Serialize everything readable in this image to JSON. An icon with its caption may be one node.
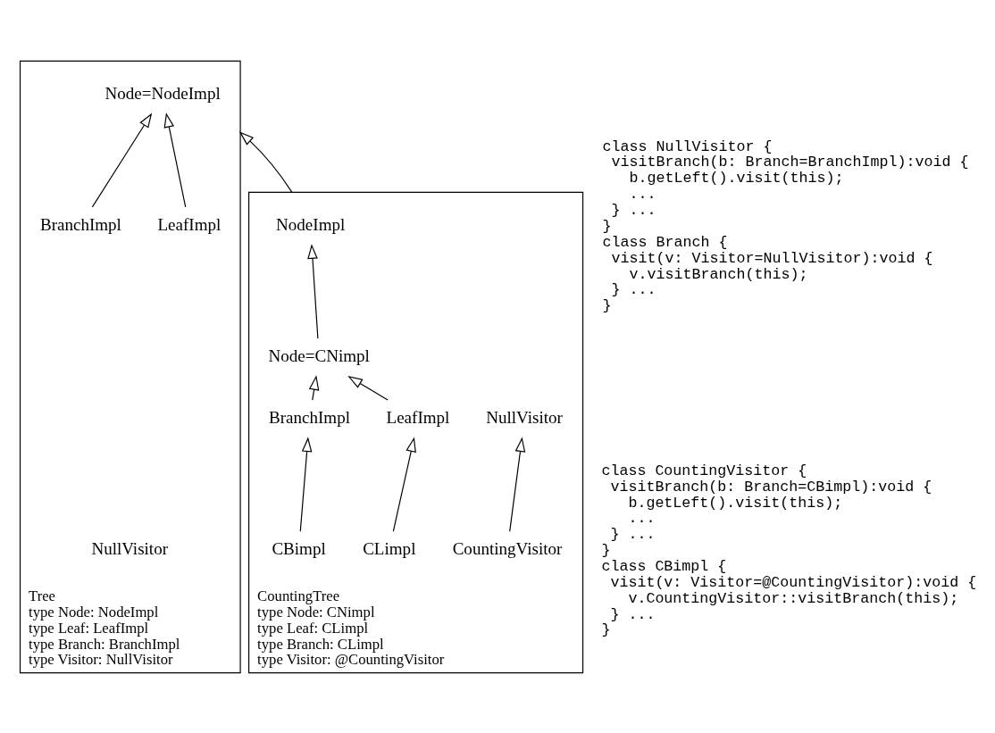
{
  "diagram": {
    "nodes": [
      {
        "text": [
          "Tree",
          "type Node: NodeImpl",
          "type Leaf: LeafImpl",
          "type Branch: BranchImpl",
          "type Visitor: NullVisitor"
        ]
      },
      {
        "text": [
          "Node=NodeImpl"
        ],
        "in": 0
      },
      {
        "text": [
          "NullVisitor"
        ],
        "in": 0
      },
      {
        "text": [
          "LeafImpl"
        ],
        "in": 0
      },
      {
        "text": [
          "BranchImpl"
        ],
        "in": 0
      },
      {
        "text": [
          "CountingTree",
          "type Node: CNimpl",
          "type Leaf: CLimpl",
          "type Branch: CLimpl",
          "type Visitor: @CountingVisitor"
        ]
      },
      {
        "text": [
          "NodeImpl"
        ],
        "in": 5
      },
      {
        "text": [
          "NullVisitor"
        ],
        "in": 5
      },
      {
        "text": [
          "Node=CNimpl"
        ],
        "in": 5
      },
      {
        "text": [
          "CountingVisitor"
        ],
        "in": 5
      },
      {
        "text": [
          "LeafImpl"
        ],
        "in": 5
      },
      {
        "text": [
          "BranchImpl"
        ],
        "in": 5
      },
      {
        "text": [
          "CLimpl"
        ],
        "in": 5
      },
      {
        "text": [
          "CBimpl"
        ],
        "in": 5
      }
    ],
    "edges": [
      {
        "from": 3,
        "to": 1,
        "arrow": "to"
      },
      {
        "from": 4,
        "to": 1,
        "arrow": "to"
      },
      {
        "from": 5,
        "to": 0,
        "arrow": "to"
      },
      {
        "from": 8,
        "to": 6,
        "arrow": "to"
      },
      {
        "from": 9,
        "to": 7,
        "arrow": "to"
      },
      {
        "from": 10,
        "to": 8,
        "arrow": "to"
      },
      {
        "from": 11,
        "to": 8,
        "arrow": "to"
      },
      {
        "from": 12,
        "to": 10,
        "arrow": "to"
      },
      {
        "from": 13,
        "to": 11,
        "arrow": "to"
      }
    ],
    "labels": [
      "class NullVisitor {",
      "  visitBranch(b: Branch=BranchImpl):void {",
      "    b.getLeft().visit(this);",
      "    ...",
      "  } ...",
      "}",
      "class Branch {",
      "  visit(v: Visitor=NullVisitor):void {",
      "    v.visitBranch(this);",
      "  } ...",
      "}",
      "class CountingVisitor {",
      "  visitBranch(b: Branch=CBimpl):void {",
      "    b.getLeft().visit(this);",
      "    ...",
      "  } ...",
      "}",
      "class CBimpl {",
      "  visit(v: Visitor=@CountingVisitor):void {",
      "    v.CountingVisitor::visitBranch(this);",
      "  } ...",
      "}"
    ]
  }
}
